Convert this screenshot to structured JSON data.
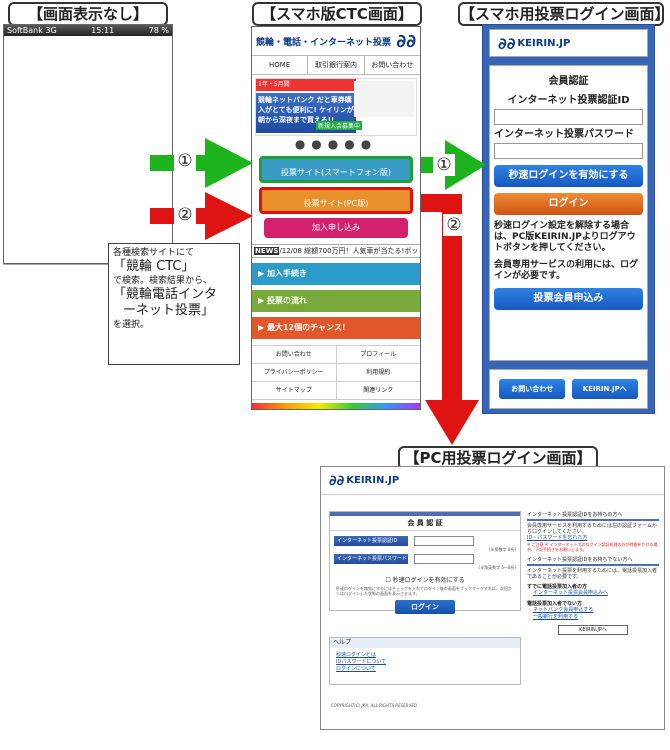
{
  "titles": {
    "no_display": "【画面表示なし】",
    "smartphone_ctc": "【スマホ版CTC画面】",
    "smartphone_login": "【スマホ用投票ログイン画面】",
    "pc_login": "【PC用投票ログイン画面】"
  },
  "phone1": {
    "carrier": "SoftBank",
    "network": "3G",
    "time": "15:11",
    "battery": "78 %"
  },
  "callout": {
    "line1": "各種検索サイトにて",
    "line2": "「競輪 CTC」",
    "line3": "で検索。検索結果から、",
    "line4": "「競輪電話インタ",
    "line5": "ーネット投票」",
    "line6": "を選択。"
  },
  "phone2": {
    "logo_text": "競輪・電話・インターネット投票",
    "nav": [
      "HOME",
      "取引銀行案内",
      "お問い合わせ"
    ],
    "banner_top": "1年・5月間",
    "banner_main": "競輪ネットバンク だと車券購入がとても便利に! ケイリンが朝から深夜まで買える!!",
    "banner_sub": "新規入会募集中",
    "buttons": {
      "smart": "投票サイト(スマートフォン版)",
      "pc": "投票サイト(PC版)",
      "join": "加入申し込み"
    },
    "news_label": "NEWS",
    "news_text": "/12/08 総額700万円！人気車が当たる!ボッ",
    "menu": [
      "▶ 加入手続き",
      "▶ 投票の流れ",
      "▶ 最大12個のチャンス!"
    ],
    "links": [
      [
        "お問い合わせ",
        "プロフィール"
      ],
      [
        "プライバシーポリシー",
        "利用規約"
      ],
      [
        "サイトマップ",
        "関連リンク"
      ]
    ]
  },
  "phone3": {
    "logo": "KEIRIN.JP",
    "heading": "会員認証",
    "id_label": "インターネット投票認証ID",
    "pw_label": "インターネット投票パスワード",
    "fast_login_btn": "秒速ログインを有効にする",
    "login_btn": "ログイン",
    "desc1": "秒速ログイン設定を解除する場合は、PC版KEIRIN.JPよりログアウトボタンを押してください。",
    "desc2": "会員専用サービスの利用には、ログインが必要です。",
    "apply_btn": "投票会員申込み",
    "contact_btn": "お問い合わせ",
    "keirin_btn": "KEIRIN.JPへ"
  },
  "arrows": {
    "one": "①",
    "two": "②"
  },
  "pc": {
    "logo": "KEIRIN.JP",
    "heading": "会 員 認 証",
    "id_label": "インターネット投票認証ID",
    "pw_label": "インターネット投票パスワード",
    "id_note": "(半角数字 8桁)",
    "pw_note": "(半角英数字 5〜8桁)",
    "checkbox": "☐ 秒速ログインを有効にする",
    "note": "秒速ログインを無効にするにはチェックを入れてログイン後の画面をブックマークすれば、次回からはログインした状態の画面を表示させます。",
    "login_btn": "ログイン",
    "help_title": "ヘルプ",
    "help_links": [
      "秒速ログインとは",
      "IDパスワードについて",
      "ログインについて"
    ],
    "right_head1": "インターネット投票認証IDをお持ちの方へ",
    "right_text1": "会員専用サービスを利用するためには左の認証フォームからログインしてください。",
    "right_link1": "ID・パスワードを忘れた方",
    "right_red": "※ ご注意 ※ インターネットでのログイン認証処理の方が時間をかける場合、下記手続きをお願いします。",
    "right_head2": "インターネット投票認証IDをお持ちでない方へ",
    "right_text2": "インターネット投票を利用するためには、電話投票加入者であることが必要です。",
    "right_bold1": "すでに電話投票加入者の方",
    "right_link2": "インターネット投票会員申込みへ",
    "right_bold2": "電話投票加入者でない方",
    "right_link3": "ネットバンク会員申込する",
    "right_link4": "一般銀行を利用する",
    "right_btn": "KEIRIN.JPへ",
    "copyright": "COPYRIGHT(C) JKA, ALL RIGHTS RESERVED."
  }
}
